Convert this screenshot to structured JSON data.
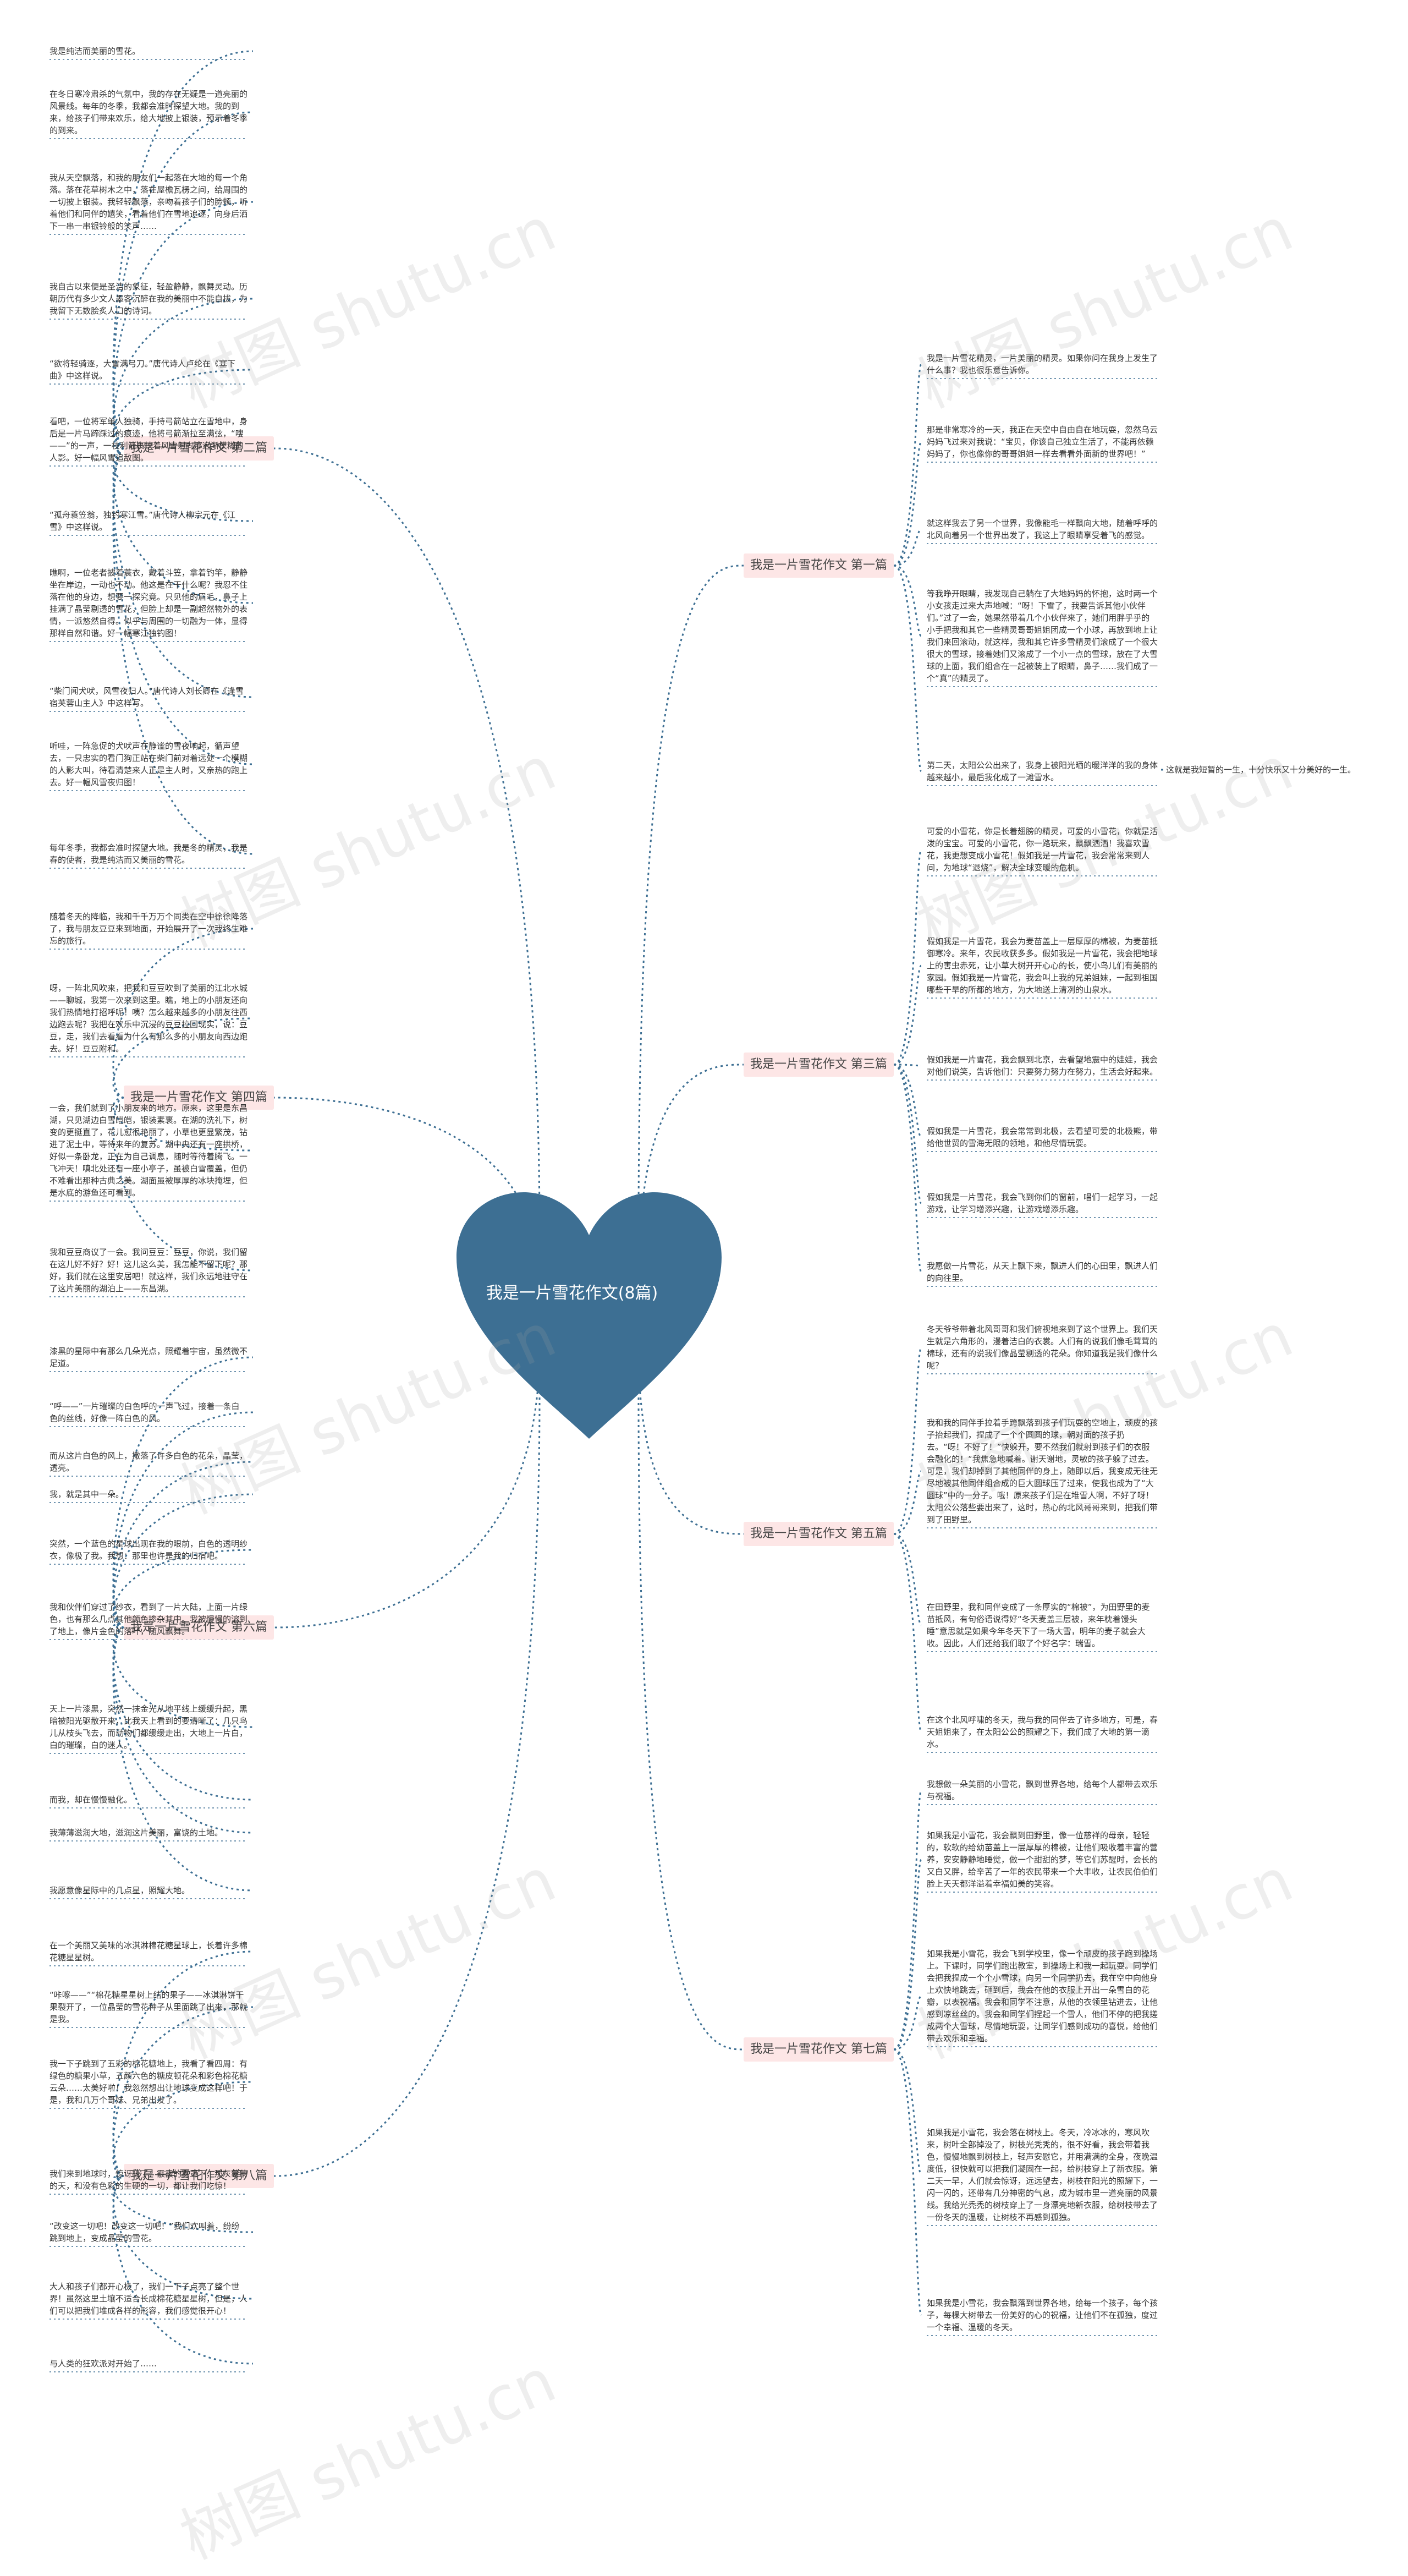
{
  "center": {
    "title": "我是一片雪花作文(8篇)",
    "color": "#3d6f93"
  },
  "colors": {
    "line": "#3d6f93",
    "branch_bg": "#fde6e6"
  },
  "watermark": "树图 shutu.cn",
  "branches": [
    {
      "label": "我是一片雪花作文 第一篇",
      "side": "right",
      "leaves": [
        "我是一片雪花精灵，一片美丽的精灵。如果你问在我身上发生了什么事？我也很乐意告诉你。",
        "那是非常寒冷的一天，我正在天空中自由自在地玩耍，忽然乌云妈妈飞过来对我说：“宝贝，你该自己独立生活了，不能再依赖妈妈了，你也像你的哥哥姐姐一样去看看外面新的世界吧！”",
        "就这样我去了另一个世界，我像能毛一样飘向大地，随着呼呼的北风向着另一个世界出发了，我这上了眼睛享受着飞的感觉。",
        "等我睁开眼睛，我发现自己躺在了大地妈妈的怀抱，这时两一个小女孩走过来大声地喊：“呀！下雪了，我要告诉其他小伙伴们。”过了一会，她果然带着几个小伙伴来了，她们用胖乎乎的小手把我和其它一些精灵哥哥姐姐团成一个小球，再放到地上让我们来回滚动，就这样，我和其它许多雪精灵们滚成了一个很大很大的雪球，接着她们又滚成了一个小一点的雪球，放在了大雪球的上面，我们组合在一起被装上了眼睛，鼻子……我们成了一个“真”的精灵了。",
        "第二天，太阳公公出来了，我身上被阳光晒的暖洋洋的我的身体越来越小，最后我化成了一滩雪水。",
        "这就是我短暂的一生，十分快乐又十分美好的一生。"
      ]
    },
    {
      "label": "我是一片雪花作文 第二篇",
      "side": "left",
      "leaves": [
        "我是纯洁而美丽的雪花。",
        "在冬日寒冷肃杀的气氛中，我的存在无疑是一道亮丽的风景线。每年的冬季，我都会准时探望大地。我的到来，给孩子们带来欢乐，给大地披上银装，预示着冬季的到来。",
        "我从天空飘落，和我的朋友们一起落在大地的每一个角落。落在花草树木之中，落在屋檐瓦楞之间，给周围的一切披上银装。我轻轻飘落，亲吻着孩子们的脸颊，听着他们和同伴的嬉笑，看着他们在雪地追逐，向身后洒下一串一串银铃般的笑声……",
        "我自古以来便是圣洁的象征，轻盈静静，飘舞灵动。历朝历代有多少文人墨客沉醉在我的美丽中不能自拔，为我留下无数脍炙人口的诗词。",
        "“欲将轻骑逐，大雪满弓刀。”唐代诗人卢纶在《塞下曲》中这样说。",
        "看吧，一位将军单人独骑，手持弓箭站立在雪地中，身后是一片马蹄踩过的痕迹，他将弓箭渐拉至满弦，“嗖——”的一声，一枝利箭裹挟着风雪射向那远渐模糊的人影。好一幅风雪追敌图。",
        "“孤舟蓑笠翁，独钓寒江雪。”唐代诗人柳宗元在《江雪》中这样说。",
        "瞧啊，一位老者披着蓑衣，戴着斗笠，拿着钓竿，静静坐在岸边，一动也不动。他这是在干什么呢？我忍不住落在他的身边，想要一探究竟。只见他的眉毛，鼻子上挂满了晶莹剔透的雪花，但脸上却是一副超然物外的表情，一派悠然自得。似乎与周围的一切融为一体，显得那样自然和谐。好一幅寒江独钓图！",
        "“柴门闻犬吠，风雪夜归人。”唐代诗人刘长卿在《逢雪宿芙蓉山主人》中这样写。",
        "听哇，一阵急促的犬吠声在静谧的雪夜响起，循声望去，一只忠实的看门狗正站在柴门前对着远处一个模糊的人影大叫，待看清楚来人正是主人时，又亲热的跑上去。好一幅风雪夜归图！",
        "每年冬季，我都会准时探望大地。我是冬的精灵，我是春的使者，我是纯洁而又美丽的雪花。"
      ]
    },
    {
      "label": "我是一片雪花作文 第三篇",
      "side": "right",
      "leaves": [
        "可爱的小雪花，你是长着翅膀的精灵，可爱的小雪花，你就是活泼的宝宝。可爱的小雪花，你一路玩来，飘飘洒洒！我喜欢雪花，我更想变成小雪花！假如我是一片雪花，我会常常来到人间，为地球“退烧”，解决全球变暖的危机。",
        "假如我是一片雪花，我会为麦苗盖上一层厚厚的棉被，为麦苗抵御寒冷。来年，农民收获多多。假如我是一片雪花，我会把地球上的害虫赤死，让小草大树开开心心的长，使小鸟儿们有美丽的家园。假如我是一片雪花，我会叫上我的兄弟姐妹，一起到祖国哪些干旱的所都的地方，为大地送上清冽的山泉水。",
        "假如我是一片雪花，我会飘到北京，去看望地震中的娃娃，我会对他们说笑，告诉他们：只要努力努力在努力，生活会好起来。",
        "假如我是一片雪花，我会常常到北极，去看望可爱的北极熊，带给他世贸的雪海无限的领地，和他尽情玩耍。",
        "假如我是一片雪花，我会飞到你们的窗前，唱们一起学习，一起游戏，让学习增添兴趣，让游戏增添乐趣。",
        "我愿做一片雪花，从天上飘下来，飘进人们的心田里，飘进人们的向往里。"
      ]
    },
    {
      "label": "我是一片雪花作文 第四篇",
      "side": "left",
      "leaves": [
        "随着冬天的降临，我和千千万万个同类在空中徐徐降落了，我与朋友豆豆来到地面，开始展开了一次我终生难忘的旅行。",
        "呀，一阵北风吹来，把我和豆豆吹到了美丽的江北水城——聊城，我第一次来到这里。瞧，地上的小朋友还向我们热情地打招呼呢！咦？怎么越来越多的小朋友往西边跑去呢？我把在欢乐中沉浸的豆豆拉回现实，说：豆豆，走，我们去看看为什么有那么多的小朋友向西边跑去。好！豆豆附和。",
        "一会，我们就到了小朋友来的地方。原来，这里是东昌湖，只见湖边白雪皑皑，银装素裹。在湖的洗礼下，树变的更挺直了，花儿愈很艳丽了，小草也更显繁茂，钻进了泥土中，等待来年的复苏。湖中央还有一座拱桥，好似一条卧龙，正在为自己调息，随时等待着腾飞。一飞冲天！嗔北处还有一座小亭子，虽被白雪覆盖，但仍不难看出那种古典之美。湖面虽被厚厚的冰块掩埋，但是水底的游鱼还可看到。",
        "我和豆豆商议了一会。我问豆豆：豆豆，你说，我们留在这儿好不好？好！这儿这么美，我怎能不留下呢？那好，我们就在这里安居吧！就这样，我们永远地驻守在了这片美丽的湖泊上——东昌湖。"
      ]
    },
    {
      "label": "我是一片雪花作文 第五篇",
      "side": "right",
      "leaves": [
        "冬天爷爷带着北风哥哥和我们俯视地来到了这个世界上。我们天生就是六角形的，漫着洁白的衣裳。人们有的说我们像毛茸茸的棉球，还有的说我们像晶莹剔透的花朵。你知道我是我们像什么呢？",
        "我和我的同伴手拉着手跨飘落到孩子们玩耍的空地上，顽皮的孩子抬起我们，捏成了一个个圆圆的球，朝对面的孩子扔去。“呀！不好了！”快躲开，要不然我们就射到孩子们的衣服会融化的！“我焦急地喊着。谢天谢地，灵敏的孩子躲了过去。可是，我们却掉到了其他同伴的身上，随即以后，我变成无往无尽地被其他同伴组合成的巨大圆球压了过来，使我也成为了“大圆球”中的一分子。哦！原来孩子们是在堆雪人啊，不好了呀！太阳公公落些要出来了，这时，热心的北风哥哥来到，把我们带到了田野里。",
        "在田野里，我和同伴变成了一条厚实的“棉被”，为田野里的麦苗抵风，有句俗语说得好“冬天麦盖三层被，来年枕着馒头睡”意思就是如果今年冬天下了一场大雪，明年的麦子就会大收。因此，人们还给我们取了个好名字：瑞雪。",
        "在这个北风呼啸的冬天，我与我的同伴去了许多地方，可是，春天姐姐来了，在太阳公公的照耀之下，我们成了大地的第一滴水。"
      ]
    },
    {
      "label": "我是一片雪花作文 第六篇",
      "side": "left",
      "leaves": [
        "漆黑的星际中有那么几朵光点，照耀着宇宙，虽然微不足道。",
        "“呼——”一片璀璨的白色呼的一声飞过，接着一条白色的丝线，好像一阵白色的风。",
        "而从这片白色的风上，撒落了许多白色的花朵，晶莹，透亮。",
        "我，就是其中一朵。",
        "突然，一个蓝色的星球出现在我的眼前，白色的透明纱衣，像极了我。我想：那里也许是我的归宿吧。",
        "我和伙伴们穿过了纱衣，看到了一片大陆，上面一片绿色，也有那么几点其他颜色掺杂其中。我被慢慢的溶到了地上，像片金色的落叶，随风飘舞。",
        "天上一片漆黑，突然一抹金光从地平线上缓缓升起，黑暗被阳光驱散开来，比我天上看到的要清晰了：几只鸟儿从枝头飞去，而动物们都缓缓走出，大地上一片白，白的璀璨，白的迷人。",
        "而我，却在慢慢融化。",
        "我薄薄滋润大地，滋润这片美丽，富饶的土地。",
        "我愿意像星际中的几点星，照耀大地。"
      ]
    },
    {
      "label": "我是一片雪花作文 第七篇",
      "side": "right",
      "leaves": [
        "我想做一朵美丽的小雪花，飘到世界各地，给每个人都带去欢乐与祝福。",
        "如果我是小雪花，我会飘到田野里，像一位慈祥的母亲，轻轻的，软软的给幼苗盖上一层厚厚的棉被，让他们吸收着丰富的营养，安安静静地睡觉，做一个甜甜的梦，等它们苏醒时，会长的又白又胖，给辛苦了一年的农民带来一个大丰收，让农民伯伯们脸上天天都洋溢着幸福如美的笑容。",
        "如果我是小雪花，我会飞到学校里，像一个顽皮的孩子跑到操场上。下课时，同学们跑出教室，到操场上和我一起玩耍。同学们会把我捏成一个个小雪球，向另一个同学扔去，我在空中向他身上欢快地跳去，砸到后，我会在他的衣服上开出一朵雪白的花瓣，以表祝福。我会和同学不注意，从他的衣领里钻进去，让他感到凉丝丝的。我会和同学们捏起一个雪人，他们不停的把我搓成两个大雪球，尽情地玩耍，让同学们感到成功的喜悦，给他们带去欢乐和幸福。",
        "如果我是小雪花，我会落在树枝上。冬天，冷冰冰的，寒风吹来，树叶全部掉没了，树枝光秃秃的，很不好看，我会带着我色，慢慢地飘到树枝上，轻声安慰它，并用满满的全身，夜晚温度低，很快就可以把我们凝固在一起，给树枝穿上了新衣服。第二天一早，人们就会惊讶，远远望去，树枝在阳光的照耀下，一闪一闪的，还带有几分神密的气息，成为城市里一道亮丽的风景线。我给光秃秃的树枝穿上了一身漂亮地新衣服，给树枝带去了一份冬天的温暖，让树枝不再感到孤独。",
        "如果我是小雪花，我会飘落到世界各地，给每一个孩子，每个孩子，每棵大树带去一份美好的心的祝福，让他们不在孤独，度过一个幸福、温暖的冬天。"
      ]
    },
    {
      "label": "我是一片雪花作文 第八篇",
      "side": "left",
      "leaves": [
        "在一个美丽又美味的冰淇淋棉花糖星球上，长着许多棉花糖星星树。",
        "“咔嚓——”“棉花糖星星树上结的果子——冰淇淋饼干果裂开了，一位晶莹的雪花种子从里面跳了出来，那就是我。",
        "我一下子跳到了五彩的棉花糖地上，我看了看四周：有绿色的糖果小草，五颜六色的糖皮顿花朵和彩色棉花糖云朵……太美好啦！我忽然想出让地球变成这样吧！于是，我和几万个哥妹、兄弟出发了。",
        "我们来到地球时，惊讶极了：霰霰的雾罩下，那灰蒙蒙的天，和没有色彩的生硬的一切，都让我们吃惊！",
        "“改变这一切吧！改变这一切吧！”我们欢叫着，纷纷跳到地上，变成晶莹的雪花。",
        "大人和孩子们都开心极了，我们一下子点亮了整个世界！虽然这里土壤不适合长成棉花糖星星树，但是，人们可以把我们堆成各样的形容，我们感觉很开心！",
        "与人类的狂欢派对开始了……"
      ]
    }
  ]
}
